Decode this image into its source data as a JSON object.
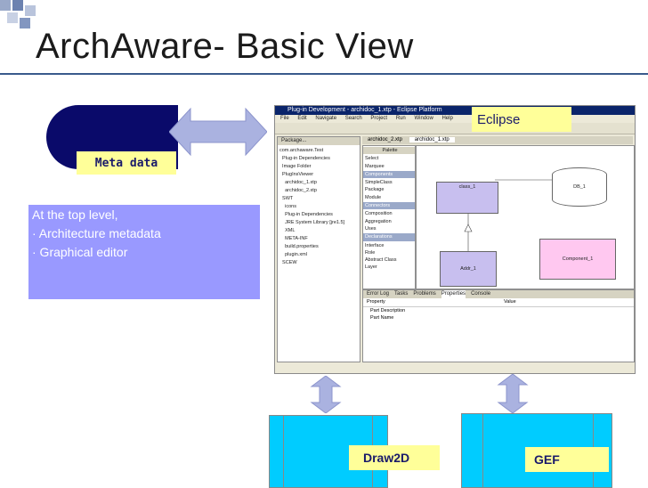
{
  "slide": {
    "title": "ArchAware- Basic View",
    "meta_label": "Meta data",
    "info_lines": [
      "At the top level,",
      "· Architecture metadata",
      "· Graphical editor"
    ],
    "eclipse_label": "Eclipse",
    "draw2d_label": "Draw2D",
    "gef_label": "GEF",
    "accent_colors": {
      "info_box": "#9999ff",
      "label_bg": "#ffff99",
      "db_shape": "#0a0a6a",
      "lib_box": "#00ccff"
    }
  },
  "eclipse": {
    "window_title": "Plug-in Development - archidoc_1.xtp - Eclipse Platform",
    "menus": [
      "File",
      "Edit",
      "Navigate",
      "Search",
      "Project",
      "Run",
      "Window",
      "Help"
    ],
    "package_tab": "Package...",
    "editor_tabs": [
      "archidoc_2.xtp",
      "archidoc_1.xtp"
    ],
    "tree": [
      "com.archaware.Test",
      "  Plug-in Dependencies",
      "  Image Folder",
      "  PlugInsViewer",
      "    archidoc_1.xtp",
      "    archidoc_2.xtp",
      "  SWT",
      "    icons",
      "    Plug-in Dependencies",
      "    JRE System Library [jre1.5]",
      "    XML",
      "    META-INF",
      "    build.properties",
      "    plugin.xml",
      "  SCEW"
    ],
    "palette": {
      "title": "Palette",
      "items": [
        {
          "text": "Select",
          "header": false
        },
        {
          "text": "Marquee",
          "header": false
        },
        {
          "text": "Components",
          "header": true
        },
        {
          "text": "SimpleClass",
          "header": false
        },
        {
          "text": "Package",
          "header": false
        },
        {
          "text": "Module",
          "header": false
        },
        {
          "text": "Connectors",
          "header": true
        },
        {
          "text": "Composition",
          "header": false
        },
        {
          "text": "Aggregation",
          "header": false
        },
        {
          "text": "Uses",
          "header": false
        },
        {
          "text": "Declarations",
          "header": true
        },
        {
          "text": "Interface",
          "header": false
        },
        {
          "text": "Role",
          "header": false
        },
        {
          "text": "Abstract Class",
          "header": false
        },
        {
          "text": "Layer",
          "header": false
        }
      ]
    },
    "diagram": {
      "class_1": "class_1",
      "db_1": "DB_1",
      "addr_1": "Addr_1",
      "component_1": "Component_1"
    },
    "bottom_tabs": [
      "Error Log",
      "Tasks",
      "Problems",
      "Properties",
      "Console"
    ],
    "properties": {
      "col_property": "Property",
      "col_value": "Value",
      "rows": [
        "Part Description",
        "Part Name"
      ]
    }
  }
}
